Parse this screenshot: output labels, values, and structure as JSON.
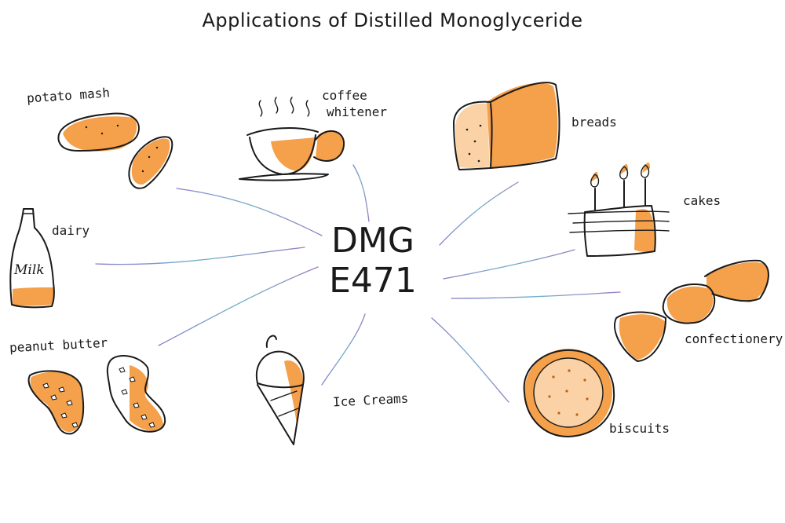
{
  "title": "Applications of Distilled Monoglyceride",
  "center": {
    "line1": "DMG",
    "line2": "E471"
  },
  "colors": {
    "accent": "#f5a04a",
    "accent_light": "#fbd2a6",
    "ink": "#1a1a1a",
    "connector": "#8a7cc8"
  },
  "applications": {
    "potato_mash": "potato mash",
    "coffee_whitener_line1": "coffee",
    "coffee_whitener_line2": "whitener",
    "breads": "breads",
    "cakes": "cakes",
    "dairy": "dairy",
    "milk_bottle_label": "Milk",
    "peanut_butter": "peanut butter",
    "ice_creams": "Ice Creams",
    "confectionery": "confectionery",
    "biscuits": "biscuits"
  }
}
